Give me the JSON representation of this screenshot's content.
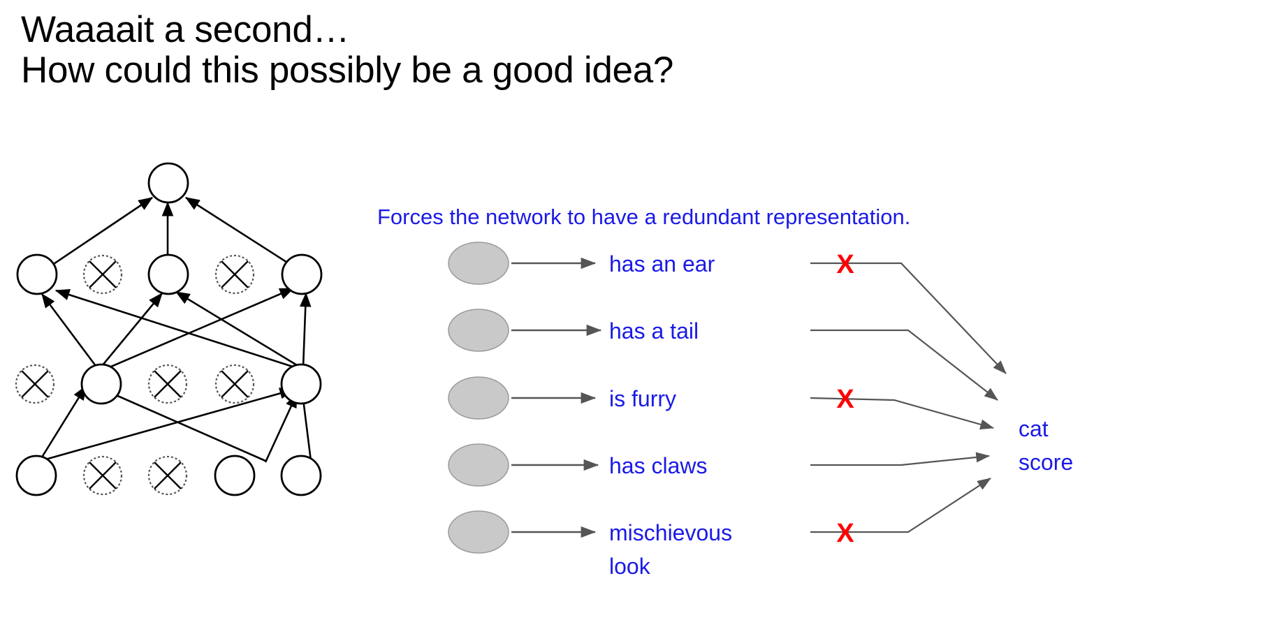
{
  "slide": {
    "title_line_1": "Waaaait a second…",
    "title_line_2": "How could this possibly be a good idea?"
  },
  "colors": {
    "blue_text": "#1a1ae6",
    "red_x": "#ff0000",
    "arrow_gray": "#555555",
    "neuron_fill": "#c9c9c9",
    "neuron_stroke": "#9a9a9a",
    "black": "#000000",
    "background": "#ffffff"
  },
  "redundancy": {
    "caption": "Forces the network to have a redundant representation.",
    "score_label_line_1": "cat",
    "score_label_line_2": "score",
    "features": [
      {
        "label": "has an ear",
        "dropped": true,
        "x_mark": "X"
      },
      {
        "label": "has a tail",
        "dropped": false,
        "x_mark": ""
      },
      {
        "label": "is furry",
        "dropped": true,
        "x_mark": "X"
      },
      {
        "label": "has claws",
        "dropped": false,
        "x_mark": ""
      },
      {
        "label": "mischievous",
        "label_line_2": "look",
        "dropped": true,
        "x_mark": "X"
      }
    ]
  },
  "dropout_network": {
    "description": "Feed-forward network with randomly dropped units",
    "layers": [
      {
        "name": "input-layer",
        "units": [
          {
            "state": "active"
          },
          {
            "state": "dropped"
          },
          {
            "state": "dropped"
          },
          {
            "state": "active"
          },
          {
            "state": "active"
          }
        ]
      },
      {
        "name": "hidden-layer-1",
        "units": [
          {
            "state": "dropped"
          },
          {
            "state": "active"
          },
          {
            "state": "dropped"
          },
          {
            "state": "dropped"
          },
          {
            "state": "active"
          }
        ]
      },
      {
        "name": "hidden-layer-2",
        "units": [
          {
            "state": "active"
          },
          {
            "state": "dropped"
          },
          {
            "state": "active"
          },
          {
            "state": "dropped"
          },
          {
            "state": "active"
          }
        ]
      },
      {
        "name": "output-layer",
        "units": [
          {
            "state": "active"
          }
        ]
      }
    ]
  }
}
